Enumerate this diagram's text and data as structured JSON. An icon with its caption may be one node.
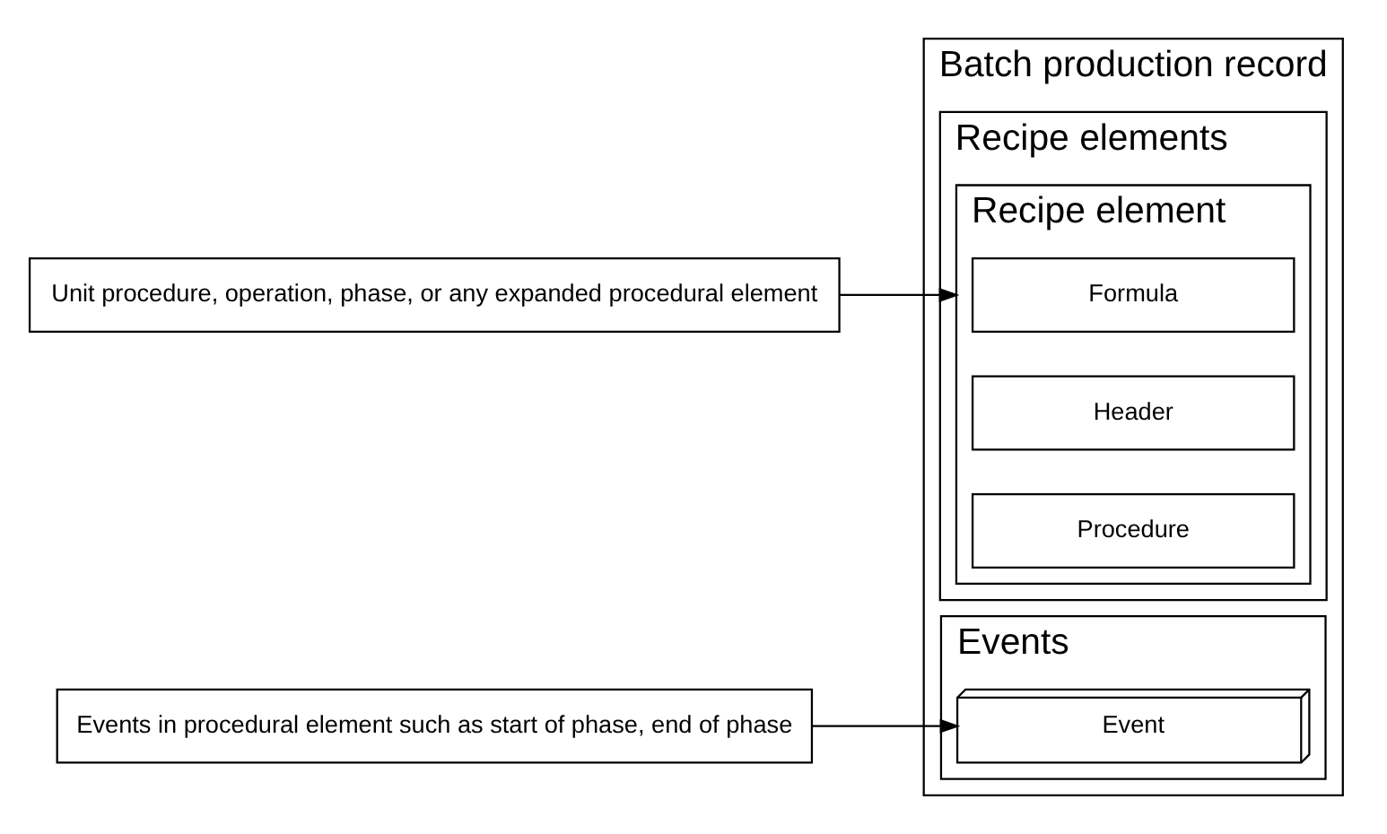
{
  "diagram": {
    "nodes": [
      {
        "text": [
          "Batch production record"
        ]
      },
      {
        "text": [
          "Recipe elements"
        ],
        "in": 0
      },
      {
        "text": [
          "Recipe element"
        ],
        "in": 1
      },
      {
        "text": [
          "Formula"
        ],
        "in": 2
      },
      {
        "text": [
          "Header"
        ],
        "in": 2
      },
      {
        "text": [
          "Procedure"
        ],
        "in": 2
      },
      {
        "text": [
          "Events"
        ],
        "in": 0
      },
      {
        "text": [
          "Event"
        ],
        "in": 6
      },
      {
        "text": [
          "Unit procedure, operation, phase, or any expanded procedural element"
        ]
      },
      {
        "text": [
          "Events in procedural element such as start of phase, end of phase"
        ]
      }
    ],
    "edges": [
      {
        "from": 8,
        "to": 2,
        "arrow": "to"
      },
      {
        "from": 9,
        "to": 7,
        "arrow": "to"
      }
    ]
  }
}
